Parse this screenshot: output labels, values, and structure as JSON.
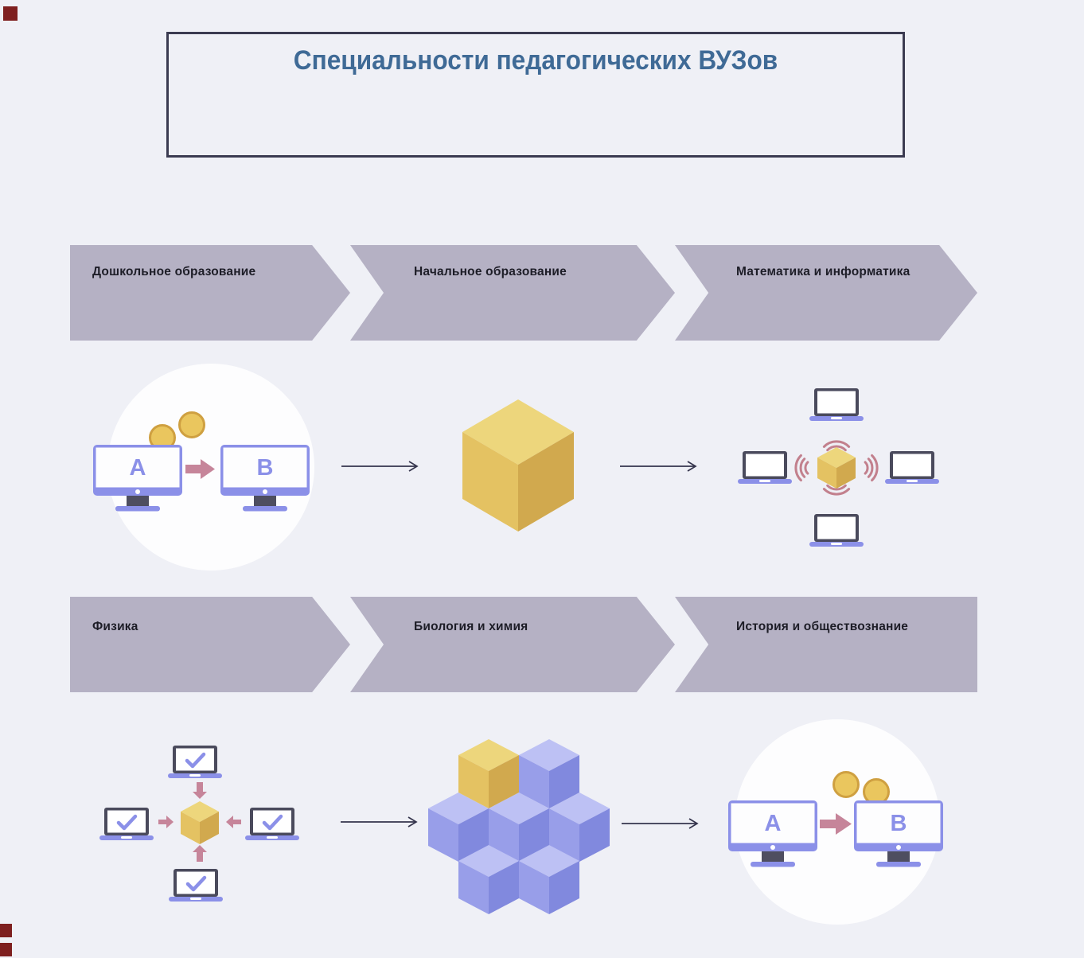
{
  "title": {
    "text": "Специальности педагогических ВУЗов"
  },
  "flow": {
    "row1": {
      "banners": [
        {
          "label": "Дошкольное образование"
        },
        {
          "label": "Начальное образование"
        },
        {
          "label": "Математика и информатика"
        }
      ]
    },
    "row2": {
      "banners": [
        {
          "label": "Физика"
        },
        {
          "label": "Биология и химия"
        },
        {
          "label": "История и обществознание"
        }
      ]
    }
  },
  "illustrations": {
    "transfer_left": {
      "monitor_a": "A",
      "monitor_b": "B",
      "icons": [
        "desktop-monitor-icon",
        "coin-icon",
        "transfer-arrow-icon"
      ]
    },
    "package_cube": {
      "icon": "cube-icon"
    },
    "network": {
      "icon": "laptop-icon",
      "laptop_count": 4,
      "extra": [
        "wifi-waves-icon",
        "cube-icon"
      ]
    },
    "collect": {
      "icon": "laptop-icon",
      "laptop_count": 4,
      "extra": [
        "checkmark-icon",
        "inward-arrow-icon",
        "cube-icon"
      ]
    },
    "cube_cluster": {
      "icon": "cube-cluster-icon",
      "cube_count": 7,
      "highlight": "yellow-cube"
    },
    "transfer_right": {
      "monitor_a": "A",
      "monitor_b": "B",
      "icons": [
        "desktop-monitor-icon",
        "coin-icon",
        "transfer-arrow-icon"
      ]
    }
  },
  "icons": {
    "desktop-monitor-icon": "framed screen with stand",
    "laptop-icon": "screen with base bar",
    "checkmark-icon": "✓",
    "coin-icon": "●",
    "cube-icon": "isometric cube",
    "cube-cluster-icon": "seven isometric cubes",
    "wifi-waves-icon": ")))",
    "transfer-arrow-icon": "➜",
    "flow-arrow-icon": "→"
  },
  "colors": {
    "background": "#eff0f6",
    "banner": "#b5b1c4",
    "banner_text": "#1d1d27",
    "title_text": "#3f6a96",
    "title_border": "#3b3b51",
    "periwinkle": "#8b90e8",
    "dark_slate": "#4a4a5c",
    "circle_white": "#fdfdfe",
    "gold": "#eac65e",
    "gold_rim": "#cfa041",
    "cube_yellow_top": "#edd67c",
    "cube_yellow_left": "#e4c262",
    "cube_yellow_right": "#d1a94e",
    "cube_blue_top": "#bdc1f4",
    "cube_blue_left": "#989ee9",
    "cube_blue_right": "#8189de",
    "rose_arrow": "#c6859a",
    "wifi_rose": "#c2808d",
    "connector": "#34344c",
    "red_marker": "#7e1f1f"
  }
}
